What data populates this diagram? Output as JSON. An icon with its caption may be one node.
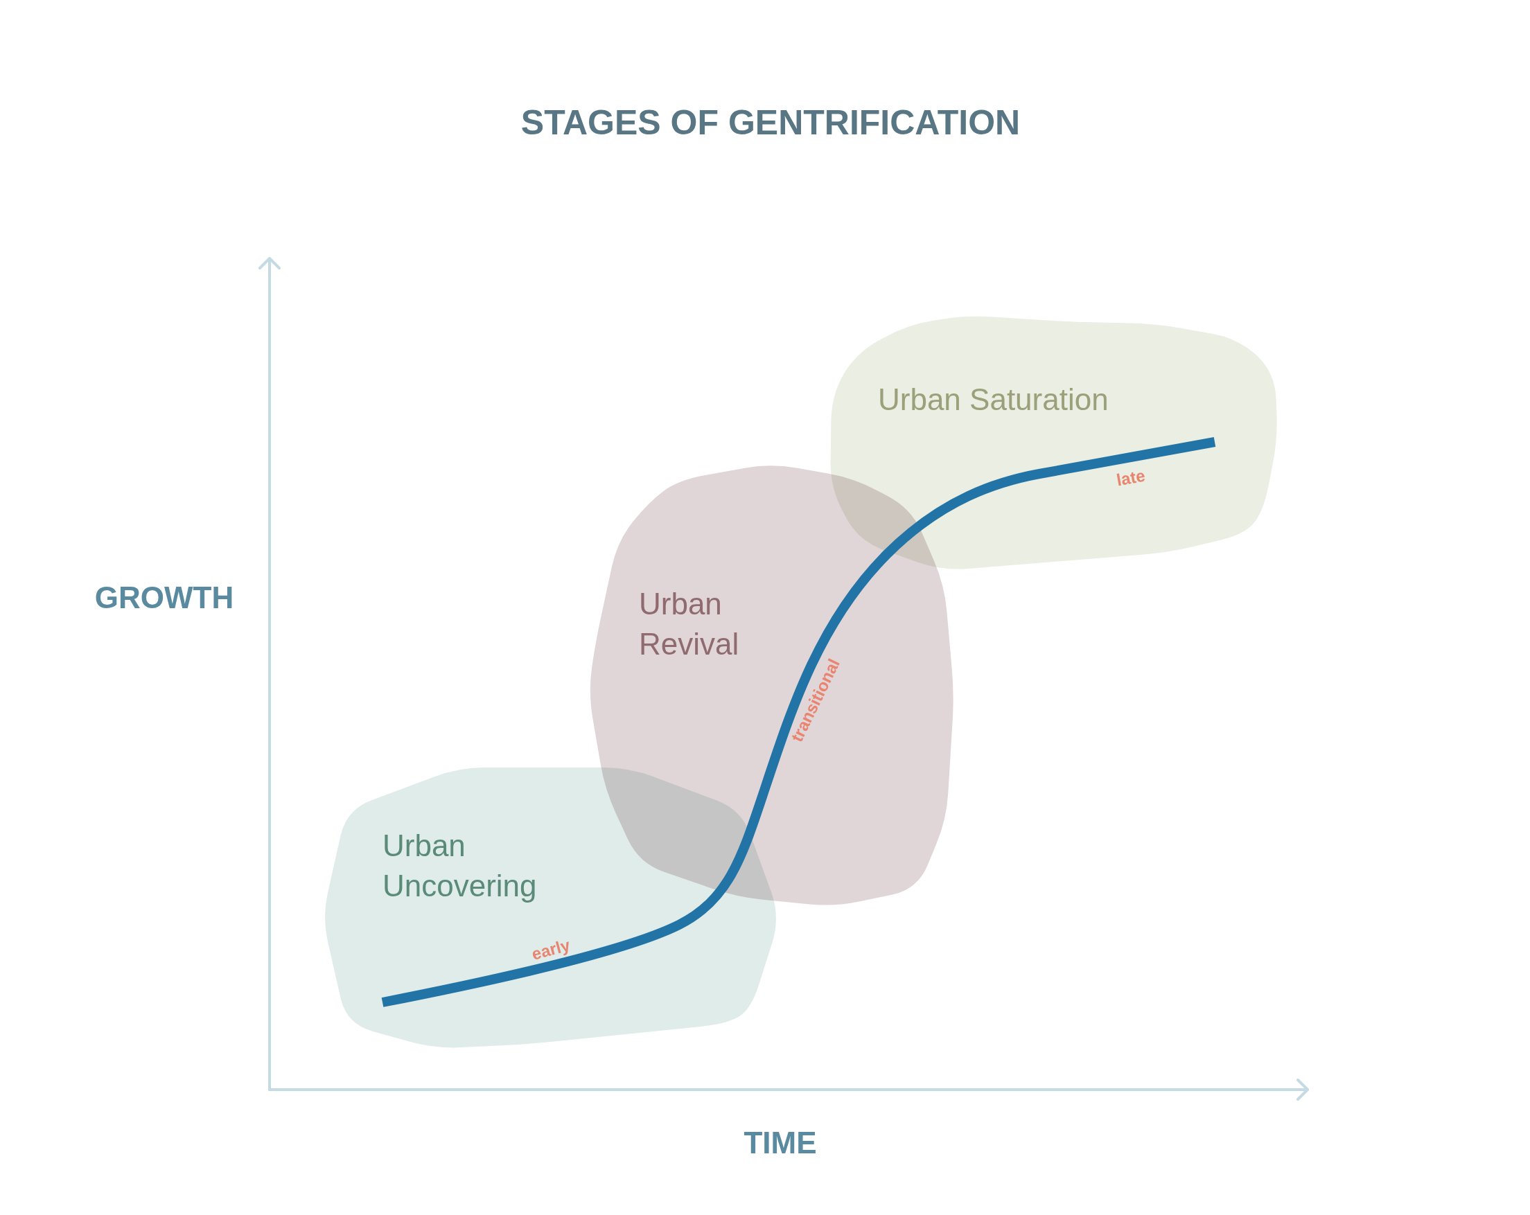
{
  "diagram": {
    "title": "STAGES OF GENTRIFICATION",
    "nodes": [
      {
        "text": [
          "Urban Uncovering"
        ]
      },
      {
        "text": [
          "Urban Revival"
        ]
      },
      {
        "text": [
          "Urban Saturation"
        ]
      }
    ],
    "labels": [
      "GROWTH",
      "TIME",
      "early",
      "transitional",
      "late"
    ]
  }
}
